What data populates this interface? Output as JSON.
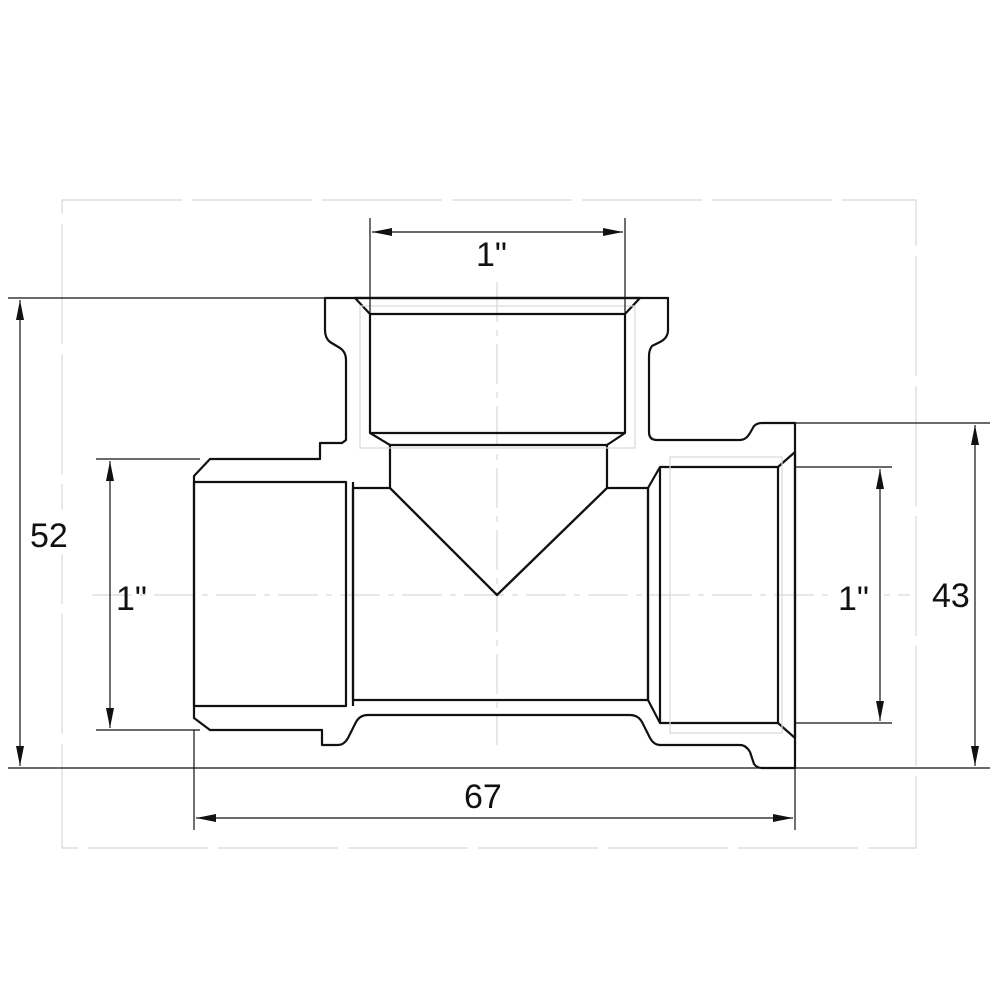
{
  "dimensions": {
    "overall_height": "52",
    "run_outer_height": "43",
    "overall_length": "67",
    "top_thread": "1\"",
    "left_thread": "1\"",
    "right_thread": "1\""
  },
  "colors": {
    "outline": "#111111",
    "hatch": "#d8d8d8"
  }
}
